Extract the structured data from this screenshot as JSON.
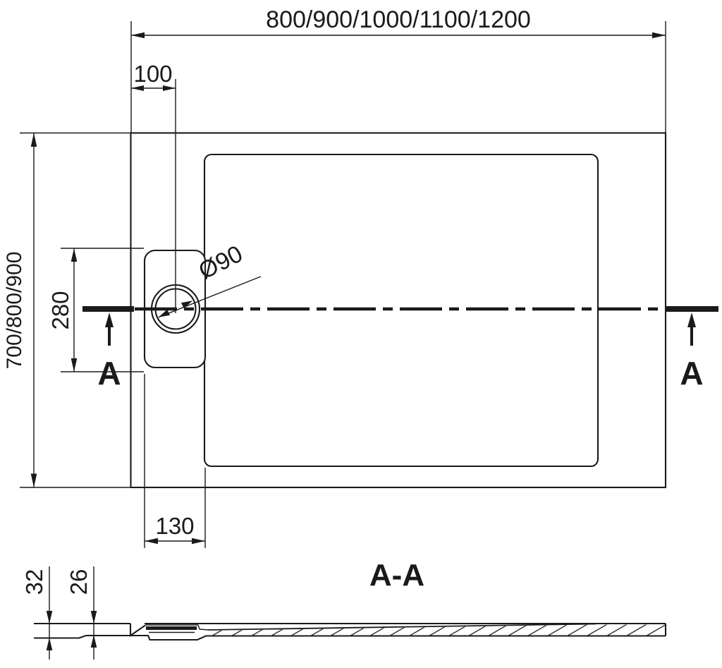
{
  "colors": {
    "line": "#1a1a1a",
    "background": "#ffffff"
  },
  "top_view": {
    "width_dim": "800/900/1000/1100/1200",
    "depth_dim": "700/800/900",
    "drain_offset_dim": "100",
    "drain_recess_height_dim": "280",
    "drain_diameter_dim": "Ø90",
    "drain_recess_width_dim": "130",
    "cut_label_left": "A",
    "cut_label_right": "A"
  },
  "section_view": {
    "label": "A-A",
    "edge_thickness_dim": "32",
    "floor_thickness_dim": "26"
  }
}
